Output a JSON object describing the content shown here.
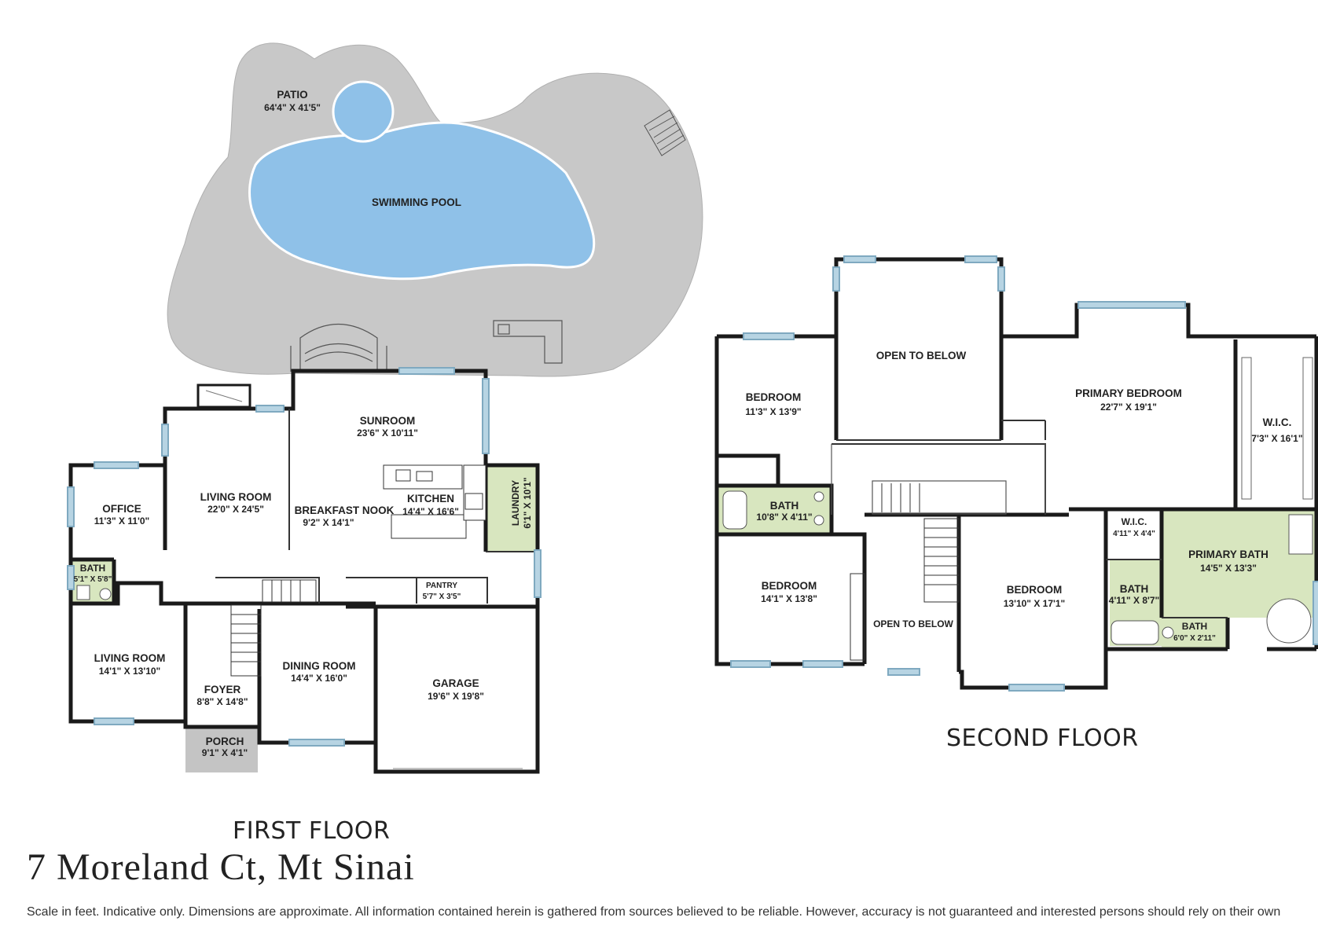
{
  "first_floor": {
    "title": "FIRST FLOOR",
    "rooms": {
      "patio": {
        "name": "PATIO",
        "dims": "64'4\" X 41'5\""
      },
      "pool": {
        "name": "SWIMMING POOL"
      },
      "sunroom": {
        "name": "SUNROOM",
        "dims": "23'6\" X 10'11\""
      },
      "living_room_1": {
        "name": "LIVING ROOM",
        "dims": "22'0\" X 24'5\""
      },
      "breakfast_nook": {
        "name": "BREAKFAST NOOK",
        "dims": "9'2\" X 14'1\""
      },
      "kitchen": {
        "name": "KITCHEN",
        "dims": "14'4\" X 16'6\""
      },
      "laundry": {
        "name": "LAUNDRY",
        "dims": "6'1\" X 10'1\""
      },
      "office": {
        "name": "OFFICE",
        "dims": "11'3\" X 11'0\""
      },
      "bath": {
        "name": "BATH",
        "dims": "5'1\" X 5'8\""
      },
      "pantry": {
        "name": "PANTRY",
        "dims": "5'7\" X 3'5\""
      },
      "living_room_2": {
        "name": "LIVING ROOM",
        "dims": "14'1\" X 13'10\""
      },
      "foyer": {
        "name": "FOYER",
        "dims": "8'8\" X 14'8\""
      },
      "dining_room": {
        "name": "DINING ROOM",
        "dims": "14'4\" X 16'0\""
      },
      "garage": {
        "name": "GARAGE",
        "dims": "19'6\" X 19'8\""
      },
      "porch": {
        "name": "PORCH",
        "dims": "9'1\" X 4'1\""
      }
    }
  },
  "second_floor": {
    "title": "SECOND FLOOR",
    "rooms": {
      "bedroom_1": {
        "name": "BEDROOM",
        "dims": "11'3\" X 13'9\""
      },
      "open_to_below_1": {
        "name": "OPEN TO BELOW"
      },
      "primary_bedroom": {
        "name": "PRIMARY BEDROOM",
        "dims": "22'7\" X 19'1\""
      },
      "wic_1": {
        "name": "W.I.C.",
        "dims": "7'3\" X 16'1\""
      },
      "bath_1": {
        "name": "BATH",
        "dims": "10'8\" X 4'11\""
      },
      "bedroom_2": {
        "name": "BEDROOM",
        "dims": "14'1\" X 13'8\""
      },
      "open_to_below_2": {
        "name": "OPEN TO BELOW"
      },
      "bedroom_3": {
        "name": "BEDROOM",
        "dims": "13'10\" X 17'1\""
      },
      "wic_2": {
        "name": "W.I.C.",
        "dims": "4'11\" X 4'4\""
      },
      "bath_2": {
        "name": "BATH",
        "dims": "4'11\" X 8'7\""
      },
      "primary_bath": {
        "name": "PRIMARY BATH",
        "dims": "14'5\" X 13'3\""
      },
      "bath_3": {
        "name": "BATH",
        "dims": "6'0\" X 2'11\""
      }
    }
  },
  "address": "7 Moreland Ct, Mt Sinai",
  "disclaimer": "Scale in feet. Indicative only. Dimensions are approximate. All information contained herein is gathered from sources believed to be reliable. However, accuracy is not guaranteed and interested persons should rely on their own",
  "colors": {
    "wall": "#1a1a1a",
    "patio": "#c8c8c8",
    "pool": "#8fc1e8",
    "wet_room": "#d8e6bf",
    "window": "#b7d4e3",
    "porch": "#c4c4c4"
  }
}
